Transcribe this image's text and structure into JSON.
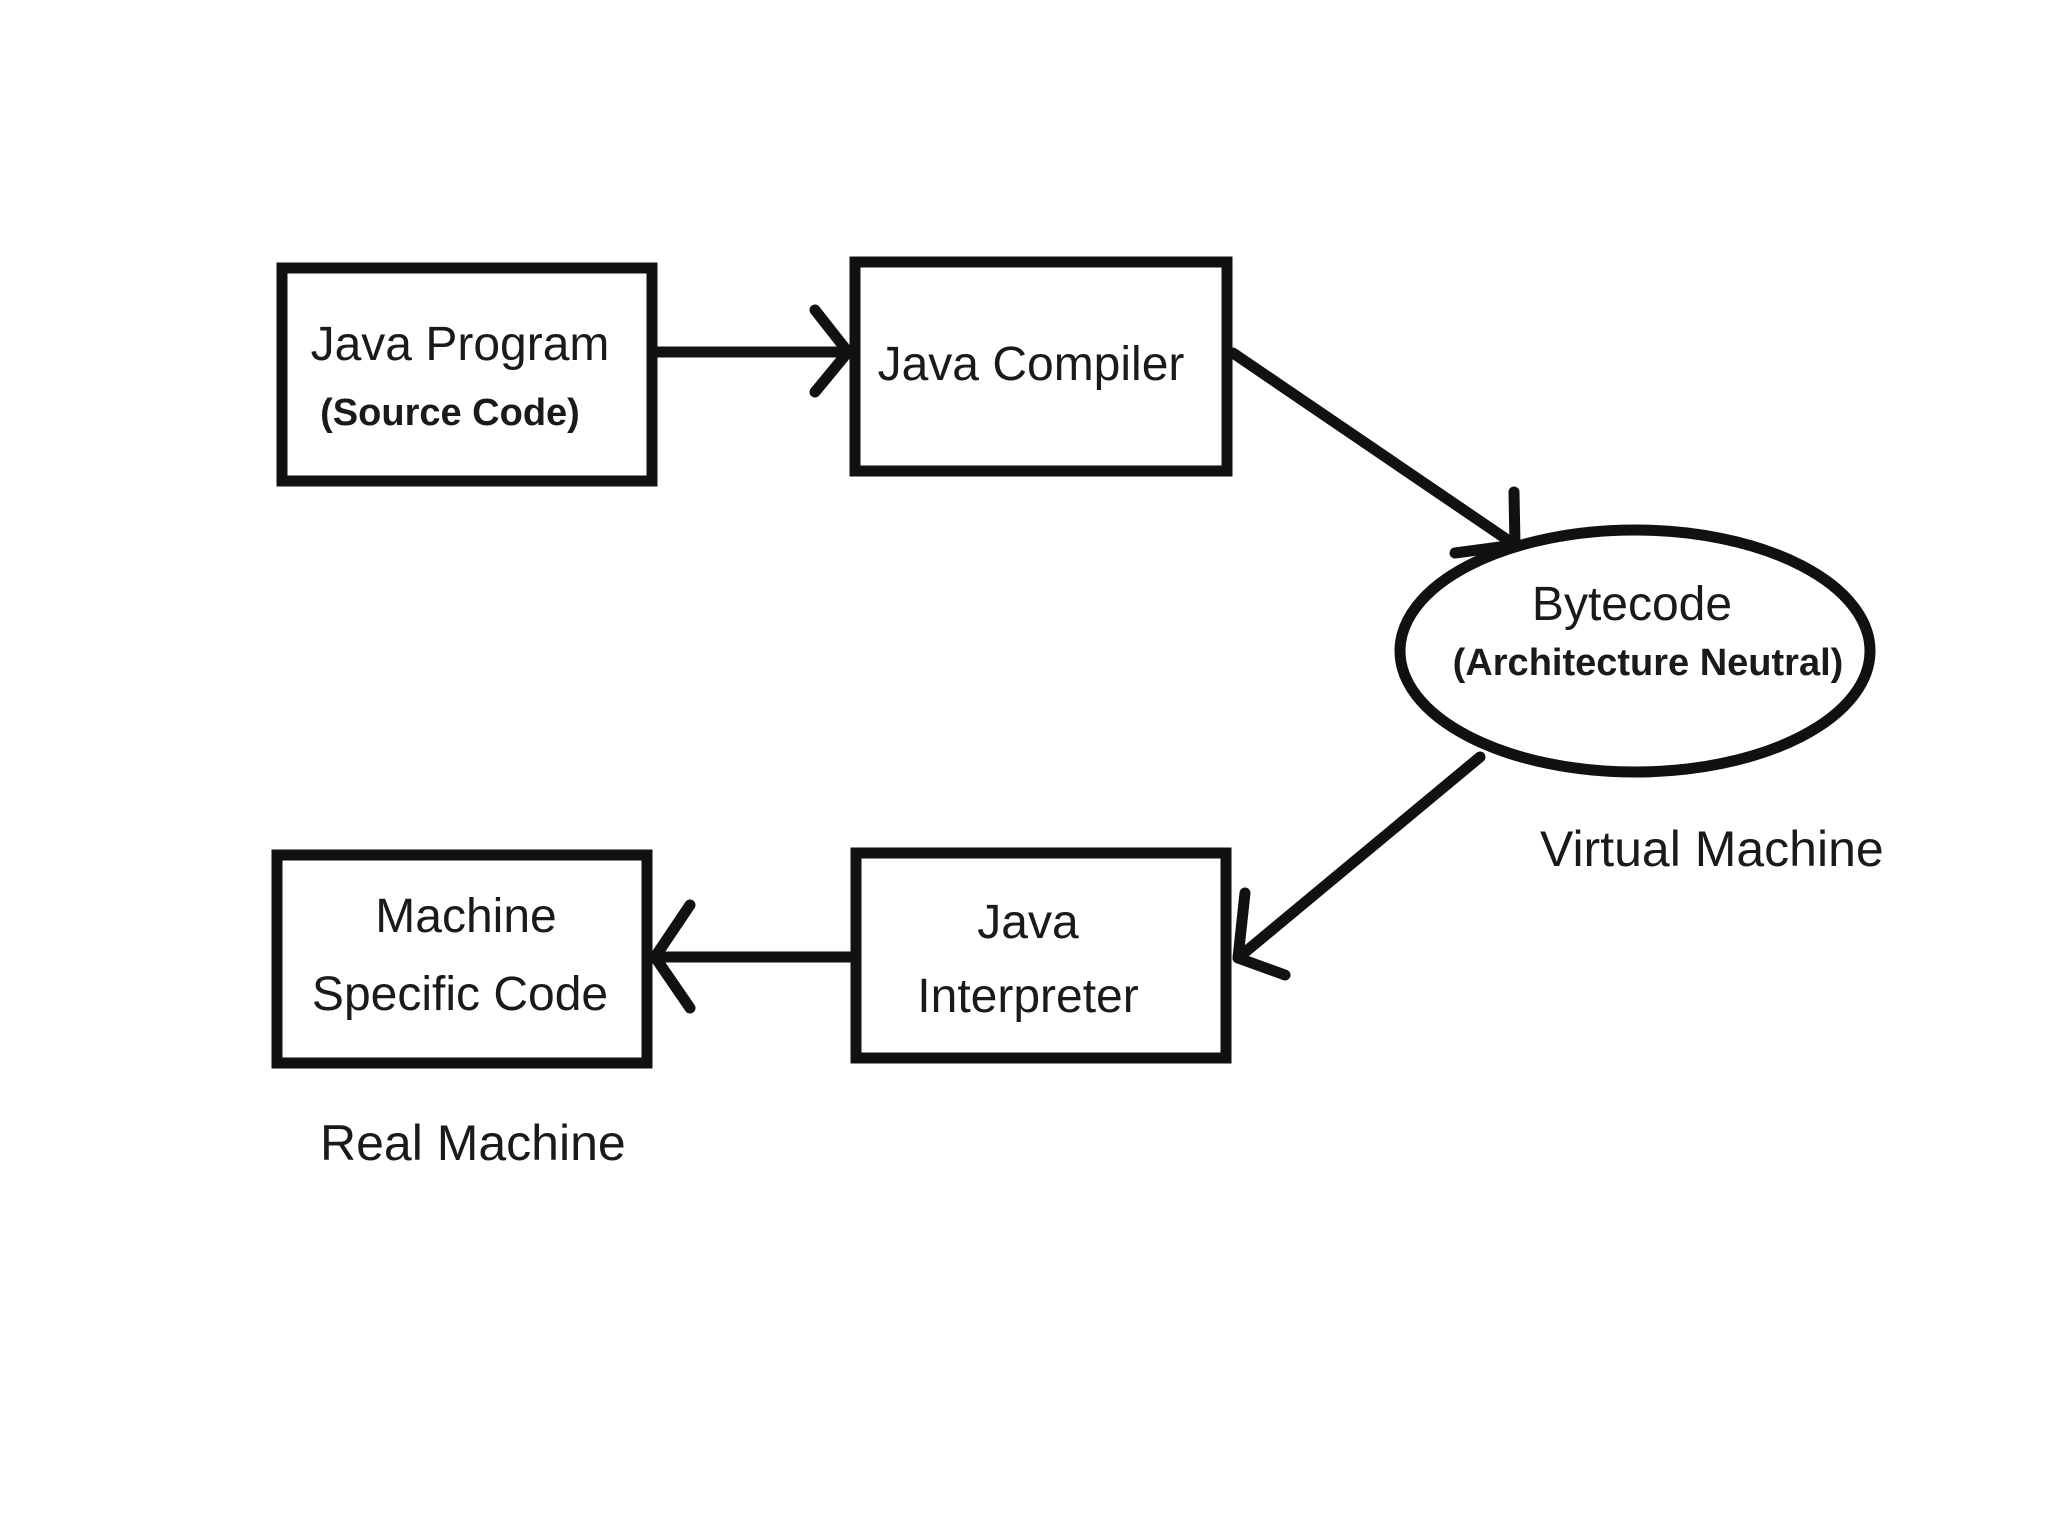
{
  "nodes": {
    "java_program": {
      "line1": "Java Program",
      "line2": "(Source Code)"
    },
    "java_compiler": {
      "line1": "Java Compiler"
    },
    "bytecode": {
      "line1": "Bytecode",
      "line2": "(Architecture Neutral)"
    },
    "java_interpreter": {
      "line1": "Java",
      "line2": "Interpreter"
    },
    "machine_code": {
      "line1": "Machine",
      "line2": "Specific Code"
    }
  },
  "captions": {
    "virtual_machine": "Virtual Machine",
    "real_machine": "Real Machine"
  }
}
